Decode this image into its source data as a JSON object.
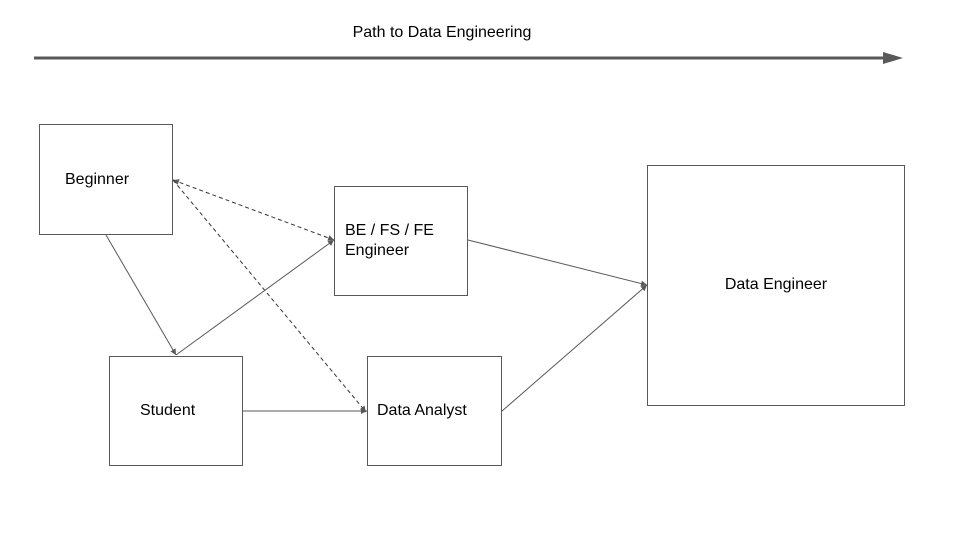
{
  "diagram": {
    "title": "Path to Data Engineering",
    "nodes": [
      {
        "id": "beginner",
        "label": "Beginner"
      },
      {
        "id": "be_fs_fe",
        "label": "BE / FS / FE\nEngineer",
        "label_lines": [
          "BE / FS / FE",
          "Engineer"
        ]
      },
      {
        "id": "student",
        "label": "Student"
      },
      {
        "id": "data_analyst",
        "label": "Data Analyst"
      },
      {
        "id": "data_engineer",
        "label": "Data Engineer"
      }
    ],
    "edges": [
      {
        "from": "beginner",
        "to": "student",
        "style": "solid"
      },
      {
        "from": "beginner",
        "to": "be_fs_fe",
        "style": "dashed"
      },
      {
        "from": "beginner",
        "to": "data_analyst",
        "style": "dashed"
      },
      {
        "from": "student",
        "to": "be_fs_fe",
        "style": "solid"
      },
      {
        "from": "student",
        "to": "data_analyst",
        "style": "solid"
      },
      {
        "from": "be_fs_fe",
        "to": "data_engineer",
        "style": "solid"
      },
      {
        "from": "data_analyst",
        "to": "data_engineer",
        "style": "solid"
      }
    ],
    "colors": {
      "line": "#595959",
      "timeline": "#595959"
    }
  }
}
